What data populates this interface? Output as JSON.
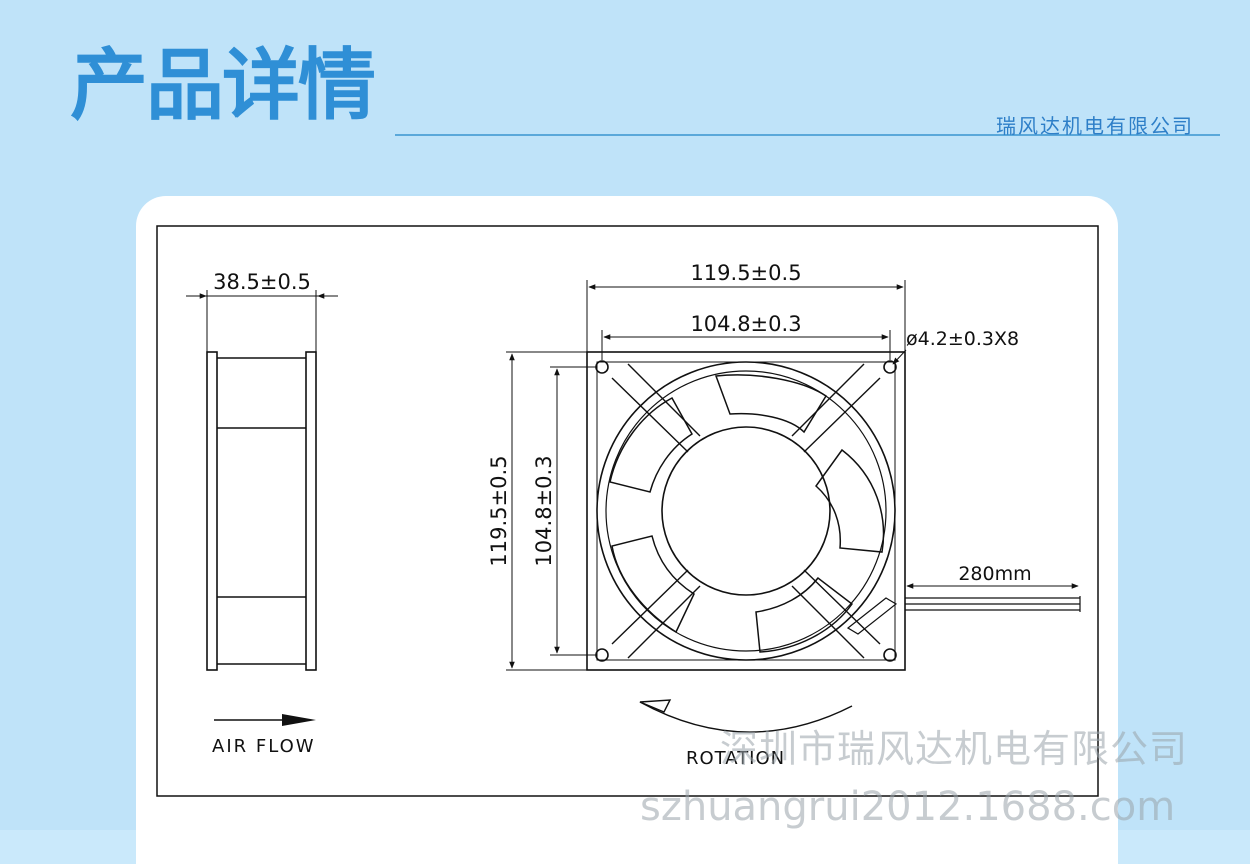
{
  "header": {
    "title": "产品详情",
    "company": "瑞风达机电有限公司"
  },
  "drawing": {
    "side_view": {
      "thickness_dim": "38.5±0.5",
      "airflow_label": "AIR FLOW"
    },
    "front_view": {
      "outer_width_dim": "119.5±0.5",
      "hole_spacing_width_dim": "104.8±0.3",
      "outer_height_dim": "119.5±0.5",
      "hole_spacing_height_dim": "104.8±0.3",
      "hole_dim": "ø4.2±0.3X8",
      "cable_length_dim": "280mm",
      "rotation_label": "ROTATION"
    }
  },
  "watermark": {
    "company": "深圳市瑞风达机电有限公司",
    "url": "szhuangrui2012.1688.com"
  },
  "colors": {
    "background": "#bfe3f9",
    "title": "#2f8fd6",
    "company": "#2e7fc8",
    "line_art": "#111111"
  }
}
